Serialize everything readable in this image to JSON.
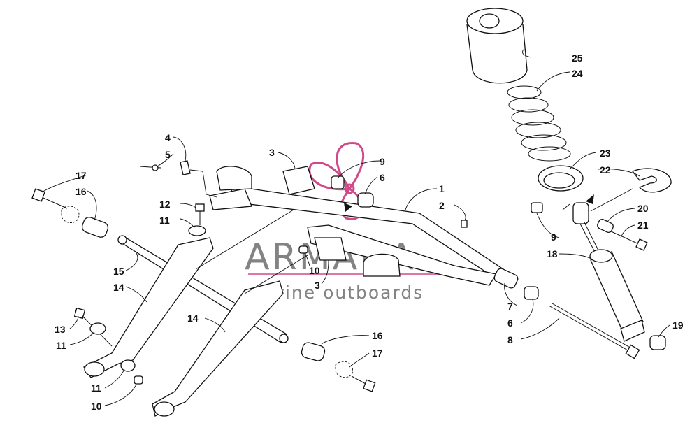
{
  "watermark": {
    "title": "ARMADA",
    "subtitle": "marine outboards",
    "accent_color": "#d04a8a",
    "text_color": "#6e6e6e"
  },
  "callouts": {
    "c1": "1",
    "c2": "2",
    "c3a": "3",
    "c3b": "3",
    "c4": "4",
    "c5": "5",
    "c6a": "6",
    "c6b": "6",
    "c7": "7",
    "c8": "8",
    "c9a": "9",
    "c9b": "9",
    "c10a": "10",
    "c10b": "10",
    "c11a": "11",
    "c11b": "11",
    "c11c": "11",
    "c12": "12",
    "c13": "13",
    "c14a": "14",
    "c14b": "14",
    "c15": "15",
    "c16a": "16",
    "c16b": "16",
    "c17a": "17",
    "c17b": "17",
    "c18": "18",
    "c19": "19",
    "c20": "20",
    "c21": "21",
    "c22": "22",
    "c23": "23",
    "c24": "24",
    "c25": "25"
  }
}
